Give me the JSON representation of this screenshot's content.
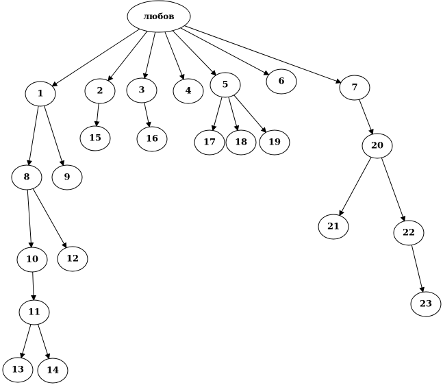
{
  "colors": {
    "background": "#ffffff",
    "stroke": "#000000",
    "text": "#000000"
  },
  "nodes": [
    {
      "id": "root",
      "label": "любов"
    },
    {
      "id": "n1",
      "label": "1"
    },
    {
      "id": "n2",
      "label": "2"
    },
    {
      "id": "n3",
      "label": "3"
    },
    {
      "id": "n4",
      "label": "4"
    },
    {
      "id": "n5",
      "label": "5"
    },
    {
      "id": "n6",
      "label": "6"
    },
    {
      "id": "n7",
      "label": "7"
    },
    {
      "id": "n8",
      "label": "8"
    },
    {
      "id": "n9",
      "label": "9"
    },
    {
      "id": "n10",
      "label": "10"
    },
    {
      "id": "n11",
      "label": "11"
    },
    {
      "id": "n12",
      "label": "12"
    },
    {
      "id": "n13",
      "label": "13"
    },
    {
      "id": "n14",
      "label": "14"
    },
    {
      "id": "n15",
      "label": "15"
    },
    {
      "id": "n16",
      "label": "16"
    },
    {
      "id": "n17",
      "label": "17"
    },
    {
      "id": "n18",
      "label": "18"
    },
    {
      "id": "n19",
      "label": "19"
    },
    {
      "id": "n20",
      "label": "20"
    },
    {
      "id": "n21",
      "label": "21"
    },
    {
      "id": "n22",
      "label": "22"
    },
    {
      "id": "n23",
      "label": "23"
    }
  ],
  "edges": [
    {
      "from": "root",
      "to": "n1"
    },
    {
      "from": "root",
      "to": "n2"
    },
    {
      "from": "root",
      "to": "n3"
    },
    {
      "from": "root",
      "to": "n4"
    },
    {
      "from": "root",
      "to": "n5"
    },
    {
      "from": "root",
      "to": "n6"
    },
    {
      "from": "root",
      "to": "n7"
    },
    {
      "from": "n1",
      "to": "n8"
    },
    {
      "from": "n1",
      "to": "n9"
    },
    {
      "from": "n8",
      "to": "n10"
    },
    {
      "from": "n8",
      "to": "n12"
    },
    {
      "from": "n10",
      "to": "n11"
    },
    {
      "from": "n11",
      "to": "n13"
    },
    {
      "from": "n11",
      "to": "n14"
    },
    {
      "from": "n2",
      "to": "n15"
    },
    {
      "from": "n3",
      "to": "n16"
    },
    {
      "from": "n5",
      "to": "n17"
    },
    {
      "from": "n5",
      "to": "n18"
    },
    {
      "from": "n5",
      "to": "n19"
    },
    {
      "from": "n7",
      "to": "n20"
    },
    {
      "from": "n20",
      "to": "n21"
    },
    {
      "from": "n20",
      "to": "n22"
    },
    {
      "from": "n22",
      "to": "n23"
    }
  ]
}
